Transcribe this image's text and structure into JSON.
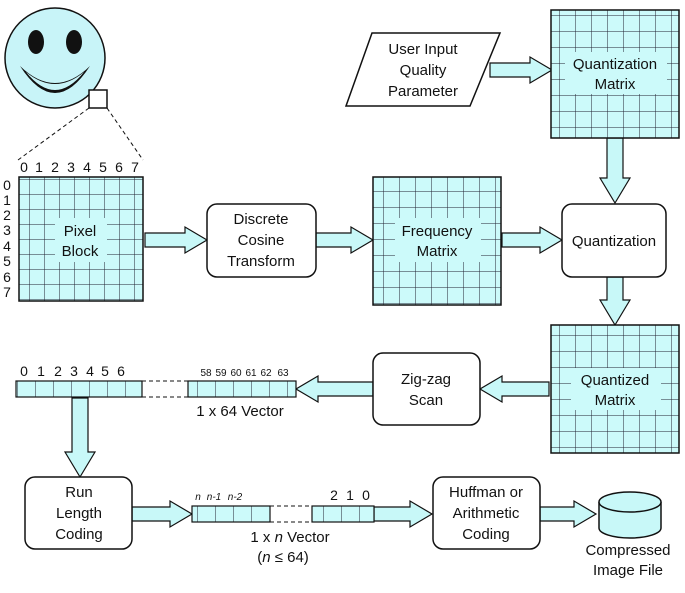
{
  "pixel_block": {
    "label_line1": "Pixel",
    "label_line2": "Block",
    "col_indices": [
      "0",
      "1",
      "2",
      "3",
      "4",
      "5",
      "6",
      "7"
    ],
    "row_indices": [
      "0",
      "1",
      "2",
      "3",
      "4",
      "5",
      "6",
      "7"
    ]
  },
  "dct": {
    "line1": "Discrete",
    "line2": "Cosine",
    "line3": "Transform"
  },
  "frequency_matrix": {
    "line1": "Frequency",
    "line2": "Matrix"
  },
  "user_input": {
    "line1": "User Input",
    "line2": "Quality",
    "line3": "Parameter"
  },
  "quantization_matrix": {
    "line1": "Quantization",
    "line2": "Matrix"
  },
  "quantization": {
    "label": "Quantization"
  },
  "quantized_matrix": {
    "line1": "Quantized",
    "line2": "Matrix"
  },
  "zigzag": {
    "line1": "Zig-zag",
    "line2": "Scan"
  },
  "vector64": {
    "left_indices": [
      "0",
      "1",
      "2",
      "3",
      "4",
      "5",
      "6"
    ],
    "right_indices": [
      "58",
      "59",
      "60",
      "61",
      "62",
      "63"
    ],
    "caption": "1 x 64 Vector"
  },
  "rle": {
    "line1": "Run",
    "line2": "Length",
    "line3": "Coding"
  },
  "vector_n": {
    "left_indices": [
      "n",
      "n-1",
      "n-2"
    ],
    "right_indices": [
      "2",
      "1",
      "0"
    ],
    "caption_prefix": "1 x",
    "caption_var": "n",
    "caption_suffix": "Vector",
    "constraint_open": "(",
    "constraint_var": "n",
    "constraint_rest": "≤ 64)"
  },
  "huffman": {
    "line1": "Huffman or",
    "line2": "Arithmetic",
    "line3": "Coding"
  },
  "output": {
    "line1": "Compressed",
    "line2": "Image File"
  },
  "colors": {
    "cyan": "#ccfafa",
    "arrow": "#c8f8f8",
    "face": "#c8f4f8",
    "stroke": "#111111"
  }
}
